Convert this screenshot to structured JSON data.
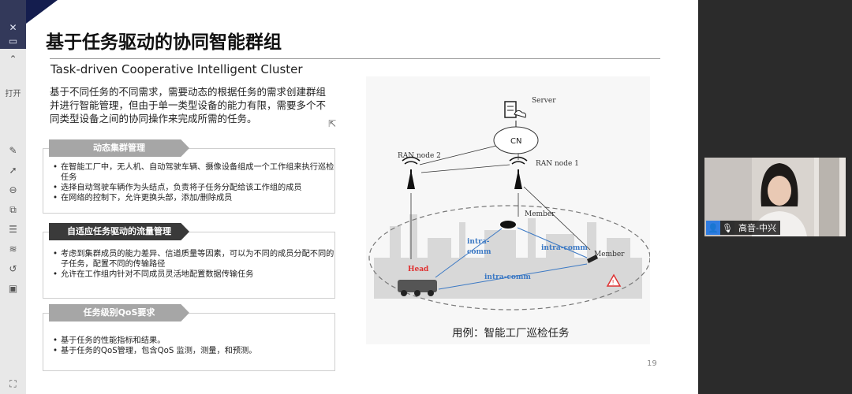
{
  "left_toolbar": {
    "items": [
      {
        "name": "close-icon",
        "glyph": "✕"
      },
      {
        "name": "screen-icon",
        "glyph": "▭"
      },
      {
        "name": "chevron-up-icon",
        "glyph": "⌃"
      },
      {
        "name": "open-label",
        "glyph": "打开"
      },
      {
        "name": "pen-icon",
        "glyph": "✎"
      },
      {
        "name": "pointer-icon",
        "glyph": "➚"
      },
      {
        "name": "lock-icon",
        "glyph": "⊖"
      },
      {
        "name": "shapes-icon",
        "glyph": "⧉"
      },
      {
        "name": "list-icon",
        "glyph": "☰"
      },
      {
        "name": "settings-icon",
        "glyph": "≋"
      },
      {
        "name": "history-icon",
        "glyph": "↺"
      },
      {
        "name": "image-icon",
        "glyph": "▣"
      },
      {
        "name": "expand-icon",
        "glyph": "⛶"
      }
    ]
  },
  "slide": {
    "title_zh": "基于任务驱动的协同智能群组",
    "title_en": "Task-driven Cooperative Intelligent Cluster",
    "intro": "基于不同任务的不同需求，需要动态的根据任务的需求创建群组并进行智能管理，但由于单一类型设备的能力有限，需要多个不同类型设备之间的协同操作来完成所需的任务。",
    "sections": [
      {
        "heading": "动态集群管理",
        "bullets": [
          "在智能工厂中，无人机、自动驾驶车辆、摄像设备组成一个工作组来执行巡检任务",
          "选择自动驾驶车辆作为头结点，负责将子任务分配给该工作组的成员",
          "在网络的控制下，允许更换头部，添加/删除成员"
        ]
      },
      {
        "heading": "自适应任务驱动的流量管理",
        "bullets": [
          "考虑到集群成员的能力差异、信道质量等因素，可以为不同的成员分配不同的子任务，配置不同的传输路径",
          "允许在工作组内针对不同成员灵活地配置数据传输任务"
        ]
      },
      {
        "heading": "任务级别QoS要求",
        "bullets": [
          "基于任务的性能指标和结果。",
          "基于任务的QoS管理，包含QoS 监测，测量，和预测。"
        ]
      }
    ],
    "diagram": {
      "server": "Server",
      "cn": "CN",
      "ran2": "RAN node 2",
      "ran1": "RAN node 1",
      "member_top": "Member",
      "member_right": "Member",
      "head": "Head",
      "intra_left": "intra-\ncomm",
      "intra_right": "intra-comm",
      "intra_bottom": "intra-comm"
    },
    "caption": "用例：智能工厂巡检任务",
    "page_number": "19"
  },
  "video": {
    "participant_name": "高音-中兴"
  },
  "colors": {
    "accent_blue": "#2f7ce0",
    "head_red": "#e03030",
    "comm_blue": "#3c79c4",
    "slide_corner": "#141d4e"
  }
}
